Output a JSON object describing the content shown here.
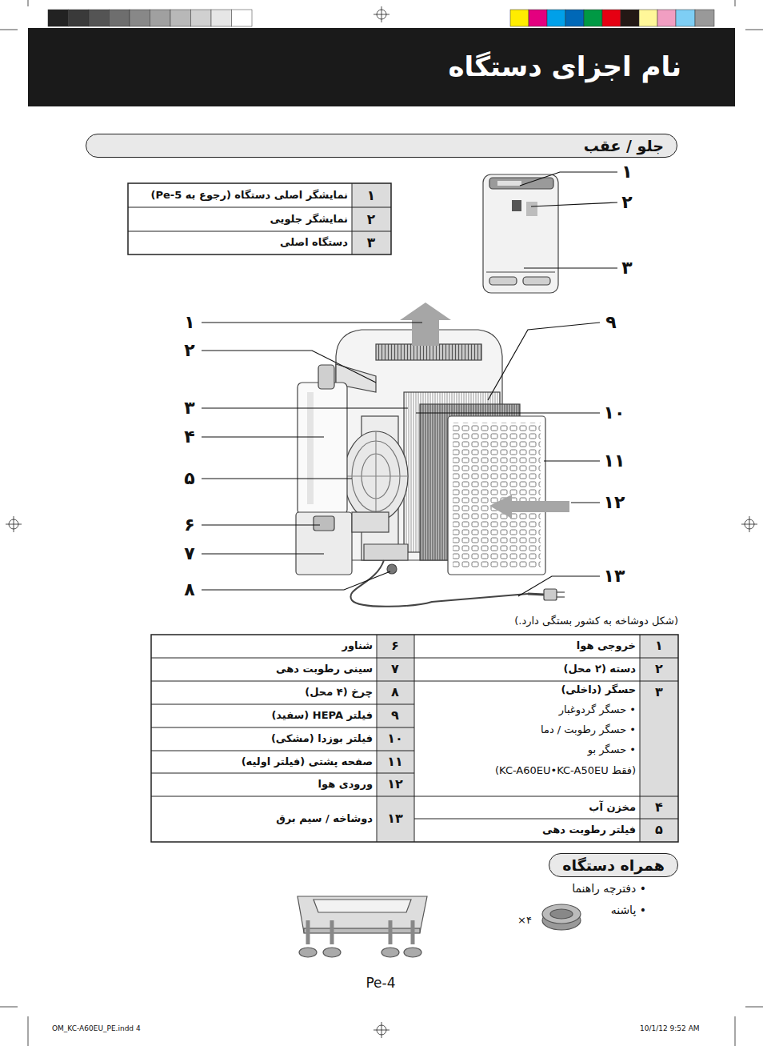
{
  "diagram": {
    "title": "نام اجزای دستگاه",
    "nodes": [
      {
        "text": [
          "جلو / عقب"
        ]
      },
      {
        "text": [
          "همراه دستگاه"
        ]
      }
    ],
    "labels": [
      "۱",
      "نمایشگر اصلی دستگاه (رجوع به Pe-5)",
      "۲",
      "نمایشگر جلویی",
      "۳",
      "دستگاه اصلی",
      "۱",
      "۲",
      "۳",
      "۱",
      "۲",
      "۳",
      "۴",
      "۵",
      "۶",
      "۷",
      "۸",
      "۹",
      "۱۰",
      "۱۱",
      "۱۲",
      "۱۳",
      "(شکل دوشاخه به کشور بستگی دارد.)",
      "۱",
      "خروجی هوا",
      "۶",
      "شناور",
      "۲",
      "دسته (۲ محل)",
      "۷",
      "سینی رطوبت دهی",
      "۳",
      "حسگر (داخلی)",
      "• حسگر گردوغبار",
      "• حسگر رطوبت / دما",
      "• حسگر بو",
      "(فقط KC-A60EU•KC-A50EU)",
      "۸",
      "چرخ (۴ محل)",
      "۹",
      "فیلتر HEPA (سفید)",
      "۱۰",
      "فیلتر بوزدا (مشکی)",
      "۱۱",
      "صفحه پشتی (فیلتر اولیه)",
      "۱۲",
      "ورودی هوا",
      "۴",
      "مخزن آب",
      "۱۳",
      "دوشاخه / سیم برق",
      "۵",
      "فیلتر رطوبت دهی",
      "• دفترچه راهنما",
      "• پاشنه",
      "۴×",
      "Pe-4",
      "OM_KC-A60EU_PE.indd 4",
      "10/1/12 9:52 AM"
    ]
  }
}
